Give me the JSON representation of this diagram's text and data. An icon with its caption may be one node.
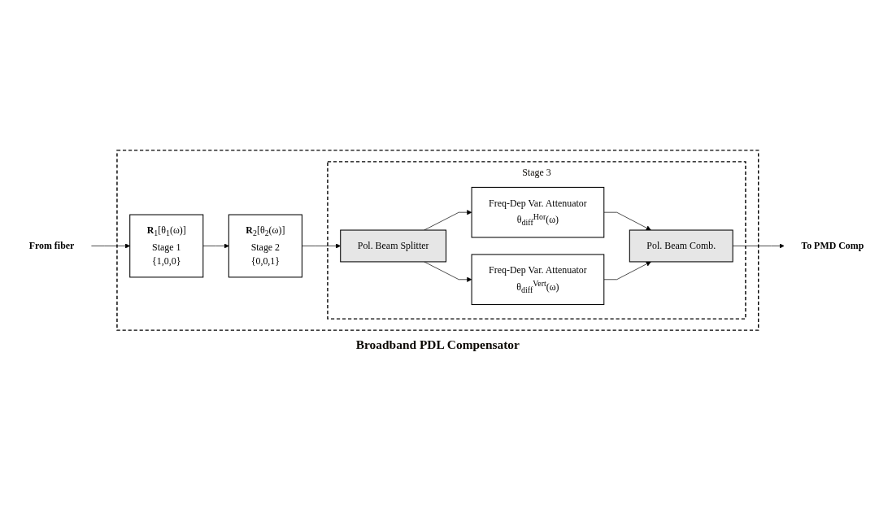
{
  "diagram": {
    "nodes": [
      {
        "text": [
          "Broadband PDL Compensator"
        ]
      },
      {
        "text": [
          "From fiber"
        ]
      },
      {
        "text": [
          "**R**$_{1}$[θ$_{1}$(ω)]",
          "Stage 1",
          "{1,0,0}"
        ],
        "in": 0
      },
      {
        "text": [
          "**R**$_{2}$[θ$_{2}$(ω)]",
          "Stage 2",
          "{0,0,1}"
        ],
        "in": 0
      },
      {
        "text": [
          "Stage 3"
        ],
        "in": 0
      },
      {
        "text": [
          "Pol. Beam Splitter"
        ],
        "in": 4
      },
      {
        "text": [
          "Freq-Dep Var. Attenuator",
          "θ$_{diff}$$^{Hor}$(ω)"
        ],
        "in": 4
      },
      {
        "text": [
          "Freq-Dep Var. Attenuator",
          "θ$_{diff}$$^{Vert}$(ω)"
        ],
        "in": 4
      },
      {
        "text": [
          "Pol. Beam Comb."
        ],
        "in": 4
      },
      {
        "text": [
          "To PMD Comp"
        ]
      }
    ],
    "edges": [
      {
        "from": 1,
        "to": 2,
        "arrow": "to"
      },
      {
        "from": 2,
        "to": 3,
        "arrow": "to"
      },
      {
        "from": 3,
        "to": 5,
        "arrow": "to"
      },
      {
        "from": 5,
        "to": 6,
        "arrow": "to"
      },
      {
        "from": 5,
        "to": 7,
        "arrow": "to"
      },
      {
        "from": 6,
        "to": 8,
        "arrow": "to"
      },
      {
        "from": 7,
        "to": 8,
        "arrow": "to"
      },
      {
        "from": 8,
        "to": 9,
        "arrow": "to"
      }
    ]
  }
}
